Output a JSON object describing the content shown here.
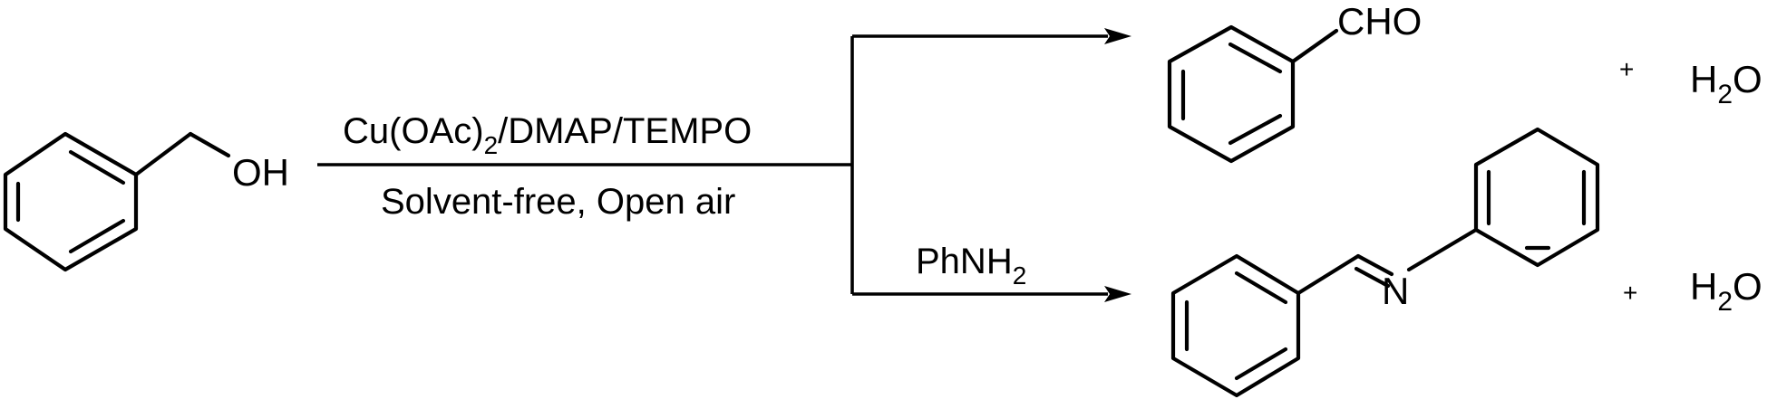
{
  "reactant": {
    "oh_label": "OH"
  },
  "conditions": {
    "reagent_prefix": "Cu(OAc)",
    "reagent_subscript": "2",
    "reagent_suffix": "/DMAP/TEMPO",
    "medium": "Solvent-free, Open air",
    "amine_prefix": "PhNH",
    "amine_subscript": "2"
  },
  "product_aldehyde": {
    "cho_label": "CHO"
  },
  "product_imine": {
    "n_label": "N"
  },
  "byproduct": {
    "plus_sign": "+",
    "water_prefix": "H",
    "water_subscript": "2",
    "water_suffix": "O"
  }
}
